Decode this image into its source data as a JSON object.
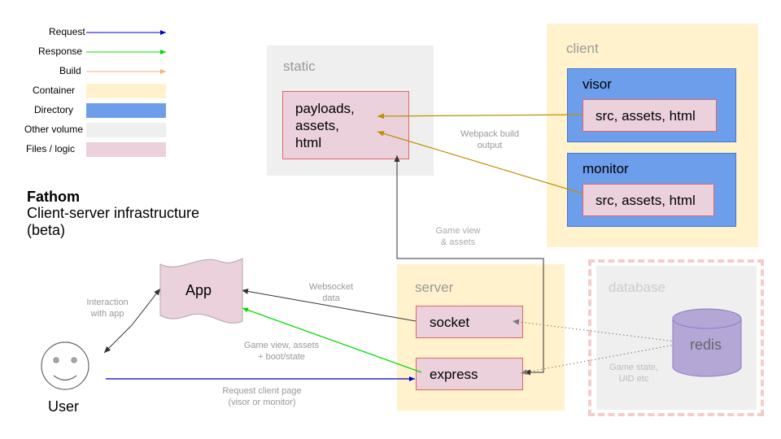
{
  "legend": {
    "request": "Request",
    "response": "Response",
    "build": "Build",
    "container": "Container",
    "directory": "Directory",
    "other_volume": "Other volume",
    "files_logic": "Files / logic"
  },
  "title": {
    "heading": "Fathom",
    "line1": "Client-server infrastructure",
    "line2": "(beta)"
  },
  "static": {
    "label": "static",
    "files": [
      "payloads,",
      "assets,",
      "html"
    ]
  },
  "client": {
    "label": "client",
    "visor": {
      "label": "visor",
      "files": "src, assets, html"
    },
    "monitor": {
      "label": "monitor",
      "files": "src, assets, html"
    }
  },
  "server": {
    "label": "server",
    "socket": "socket",
    "express": "express"
  },
  "database": {
    "label": "database",
    "redis": "redis",
    "note": [
      "Game state,",
      "UID  etc"
    ]
  },
  "app": {
    "label": "App"
  },
  "user": {
    "label": "User"
  },
  "notes": {
    "webpack": [
      "Webpack build",
      "output"
    ],
    "game_view_assets": [
      "Game view",
      "& assets"
    ],
    "interaction": [
      "Interaction",
      "with app"
    ],
    "websocket": [
      "Websocket",
      "data"
    ],
    "game_view_boot": [
      "Game view, assets",
      "+ boot/state"
    ],
    "request_page": [
      "Request client page",
      "(visor or monitor)"
    ]
  },
  "colors": {
    "request": "#0000cc",
    "response": "#00dd00",
    "build": "#bf9000",
    "legend_build": "#f6b26b",
    "container": "#fff2cc",
    "directory": "#6d9eeb",
    "other_volume": "#efefef",
    "files": "#ead1dc"
  }
}
